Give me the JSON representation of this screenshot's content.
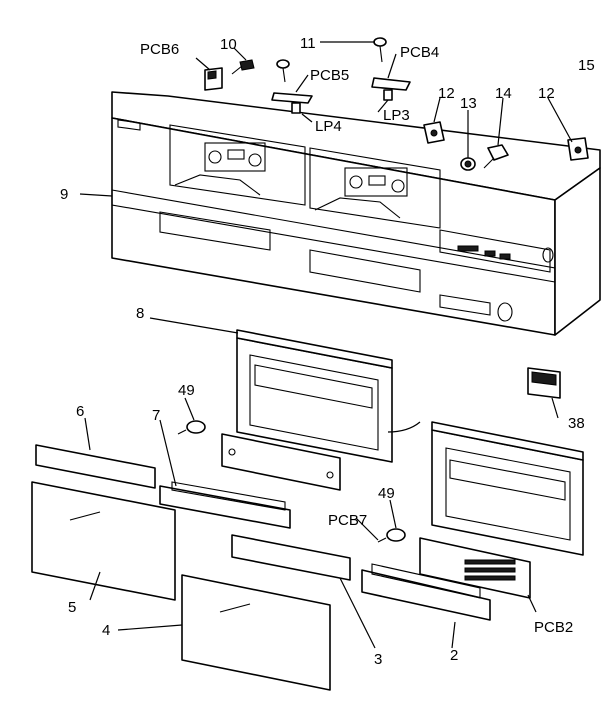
{
  "labels": {
    "pcb6": "PCB6",
    "n10": "10",
    "n11": "11",
    "pcb4": "PCB4",
    "n15": "15",
    "pcb5": "PCB5",
    "lp4": "LP4",
    "lp3": "LP3",
    "n12a": "12",
    "n13": "13",
    "n14": "14",
    "n12b": "12",
    "n9": "9",
    "n8": "8",
    "n49a": "49",
    "n6": "6",
    "n7": "7",
    "n38": "38",
    "n49b": "49",
    "pcb7": "PCB7",
    "n5": "5",
    "n4": "4",
    "n3": "3",
    "n2": "2",
    "pcb2": "PCB2"
  }
}
